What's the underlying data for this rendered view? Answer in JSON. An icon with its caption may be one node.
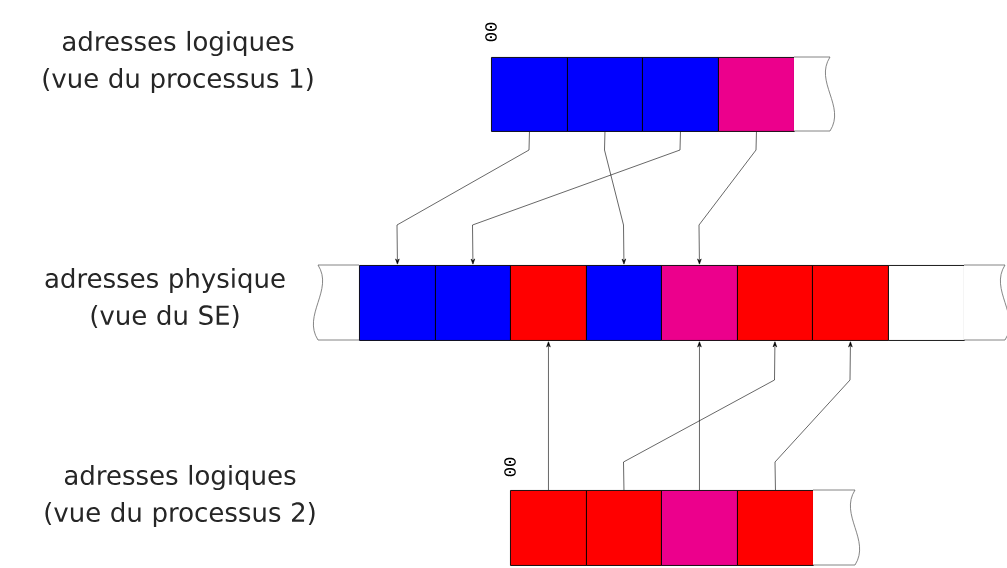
{
  "diagram": {
    "nodes": [
      {
        "text": [],
        "shape": "box"
      },
      {
        "text": [],
        "shape": "box"
      },
      {
        "text": [],
        "shape": "box"
      },
      {
        "text": [],
        "shape": "box"
      },
      {
        "text": [],
        "shape": "box"
      },
      {
        "text": [],
        "shape": "box"
      },
      {
        "text": [],
        "shape": "box"
      },
      {
        "text": [],
        "shape": "box"
      },
      {
        "text": [],
        "shape": "box"
      },
      {
        "text": [],
        "shape": "box"
      },
      {
        "text": [],
        "shape": "box"
      },
      {
        "text": [],
        "shape": "box"
      },
      {
        "text": [],
        "shape": "box"
      },
      {
        "text": [],
        "shape": "box"
      },
      {
        "text": [],
        "shape": "box"
      },
      {
        "text": [],
        "shape": "box"
      },
      {
        "text": [],
        "shape": "box"
      },
      {
        "text": [],
        "shape": "box"
      },
      {
        "text": [],
        "shape": "box"
      },
      {
        "text": [],
        "shape": "box"
      }
    ],
    "edges": [
      {
        "from": 0,
        "to": 6,
        "arrow": "to"
      },
      {
        "from": 1,
        "to": 9,
        "arrow": "to"
      },
      {
        "from": 2,
        "to": 7,
        "arrow": "to"
      },
      {
        "from": 3,
        "to": 10,
        "arrow": "to"
      },
      {
        "from": 15,
        "to": 8,
        "arrow": "to"
      },
      {
        "from": 16,
        "to": 11,
        "arrow": "to"
      },
      {
        "from": 17,
        "to": 10,
        "arrow": "to"
      },
      {
        "from": 18,
        "to": 12,
        "arrow": "to"
      }
    ],
    "labels": [
      "adresses logiques (vue du processus 1)",
      "00",
      "adresses physique (vue du SE)",
      "00",
      "adresses logiques (vue du processus 2)"
    ]
  }
}
